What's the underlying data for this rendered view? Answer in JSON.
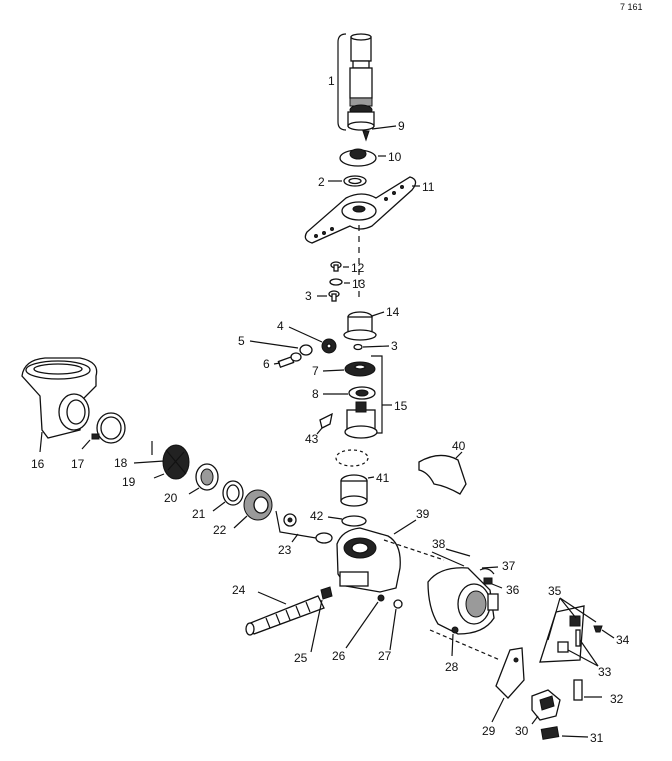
{
  "corner_text": "7 161",
  "labels": {
    "p1": "1",
    "p2": "2",
    "p3a": "3",
    "p3b": "3",
    "p4": "4",
    "p5": "5",
    "p6": "6",
    "p7": "7",
    "p8": "8",
    "p9": "9",
    "p10": "10",
    "p11": "11",
    "p12": "12",
    "p13": "13",
    "p14": "14",
    "p15": "15",
    "p16": "16",
    "p17": "17",
    "p18": "18",
    "p19": "19",
    "p20": "20",
    "p21": "21",
    "p22": "22",
    "p23": "23",
    "p24": "24",
    "p25": "25",
    "p26": "26",
    "p27": "27",
    "p28": "28",
    "p29": "29",
    "p30": "30",
    "p31": "31",
    "p32": "32",
    "p33": "33",
    "p34": "34",
    "p35": "35",
    "p36": "36",
    "p37": "37",
    "p38": "38",
    "p39": "39",
    "p40": "40",
    "p41": "41",
    "p42": "42",
    "p43": "43"
  }
}
